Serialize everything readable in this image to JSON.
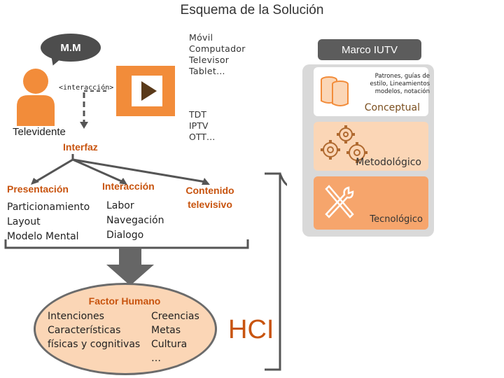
{
  "title": "Esquema de la Solución",
  "bubble": "M.M",
  "interaction_tag": "<interacción>",
  "devices": [
    "Móvil",
    "Computador",
    "Televisor",
    "Tablet…"
  ],
  "broadcast": [
    "TDT",
    "IPTV",
    "OTT…"
  ],
  "televidente": "Televidente",
  "interfaz": "Interfaz",
  "presentacion": {
    "label": "Presentación",
    "items": [
      "Particionamiento",
      "Layout",
      "Modelo Mental"
    ]
  },
  "interaccion": {
    "label": "Interacción",
    "items": [
      "Labor",
      "Navegación",
      "Dialogo"
    ]
  },
  "contenido": {
    "label_line1": "Contenido",
    "label_line2": "televisivo"
  },
  "marco": {
    "header": "Marco IUTV",
    "conceptual_desc": [
      "Patrones, guías de",
      "estilo, Lineamientos",
      "modelos, notación"
    ],
    "conceptual": "Conceptual",
    "metodologico": "Metodológico",
    "tecnologico": "Tecnológico"
  },
  "factor_humano": {
    "title": "Factor Humano",
    "left": [
      "Intenciones",
      "Características",
      "físicas y cognitivas"
    ],
    "right": [
      "Creencias",
      "Metas",
      "Cultura",
      "…"
    ]
  },
  "hci": "HCI",
  "colors": {
    "orange": "#f28c3a",
    "dark_orange": "#c8540f",
    "peach": "#fbd6b6",
    "gray_dark": "#4d4d4d",
    "gray_panel": "#d9d9d9"
  }
}
